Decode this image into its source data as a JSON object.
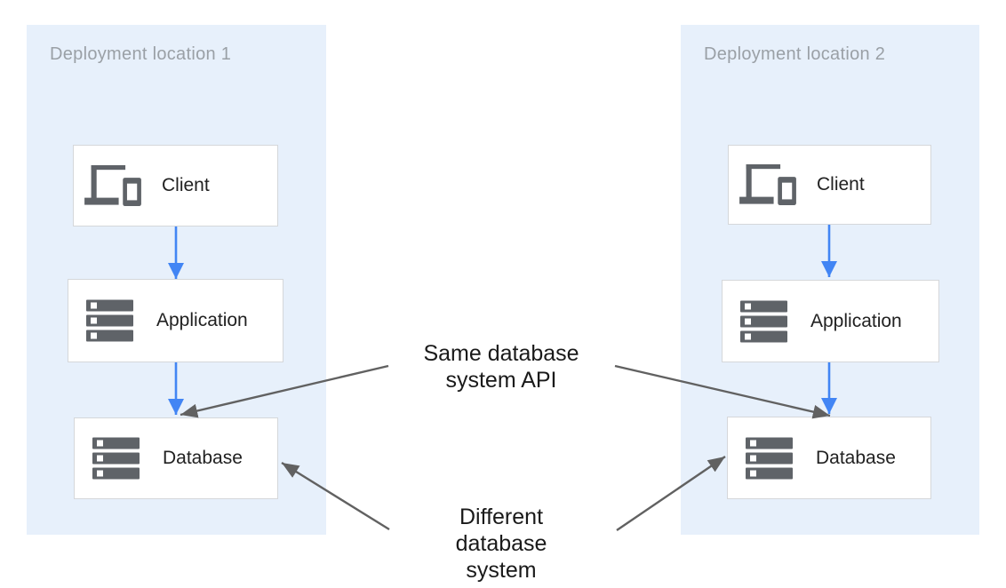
{
  "diagram": {
    "panels": [
      {
        "title": "Deployment location 1",
        "nodes": [
          {
            "label": "Client",
            "icon": "devices-icon"
          },
          {
            "label": "Application",
            "icon": "storage-icon"
          },
          {
            "label": "Database",
            "icon": "storage-icon"
          }
        ]
      },
      {
        "title": "Deployment location 2",
        "nodes": [
          {
            "label": "Client",
            "icon": "devices-icon"
          },
          {
            "label": "Application",
            "icon": "storage-icon"
          },
          {
            "label": "Database",
            "icon": "storage-icon"
          }
        ]
      }
    ],
    "flows": [
      {
        "from": "Client",
        "to": "Application"
      },
      {
        "from": "Application",
        "to": "Database"
      }
    ],
    "annotations": [
      {
        "line1": "Same database",
        "line2": "system API"
      },
      {
        "line1": "Different database",
        "line2": "system"
      }
    ],
    "colors": {
      "panel_background": "#E7F0FB",
      "node_background": "#FFFFFF",
      "node_border": "#D5D7DA",
      "flow_arrow_blue": "#4285F4",
      "annotation_arrow_gray": "#616161",
      "icon_gray": "#5F6368",
      "panel_title_gray": "#9AA0A6",
      "node_label_text": "#212121",
      "annotation_text": "#1A1A1A"
    }
  }
}
